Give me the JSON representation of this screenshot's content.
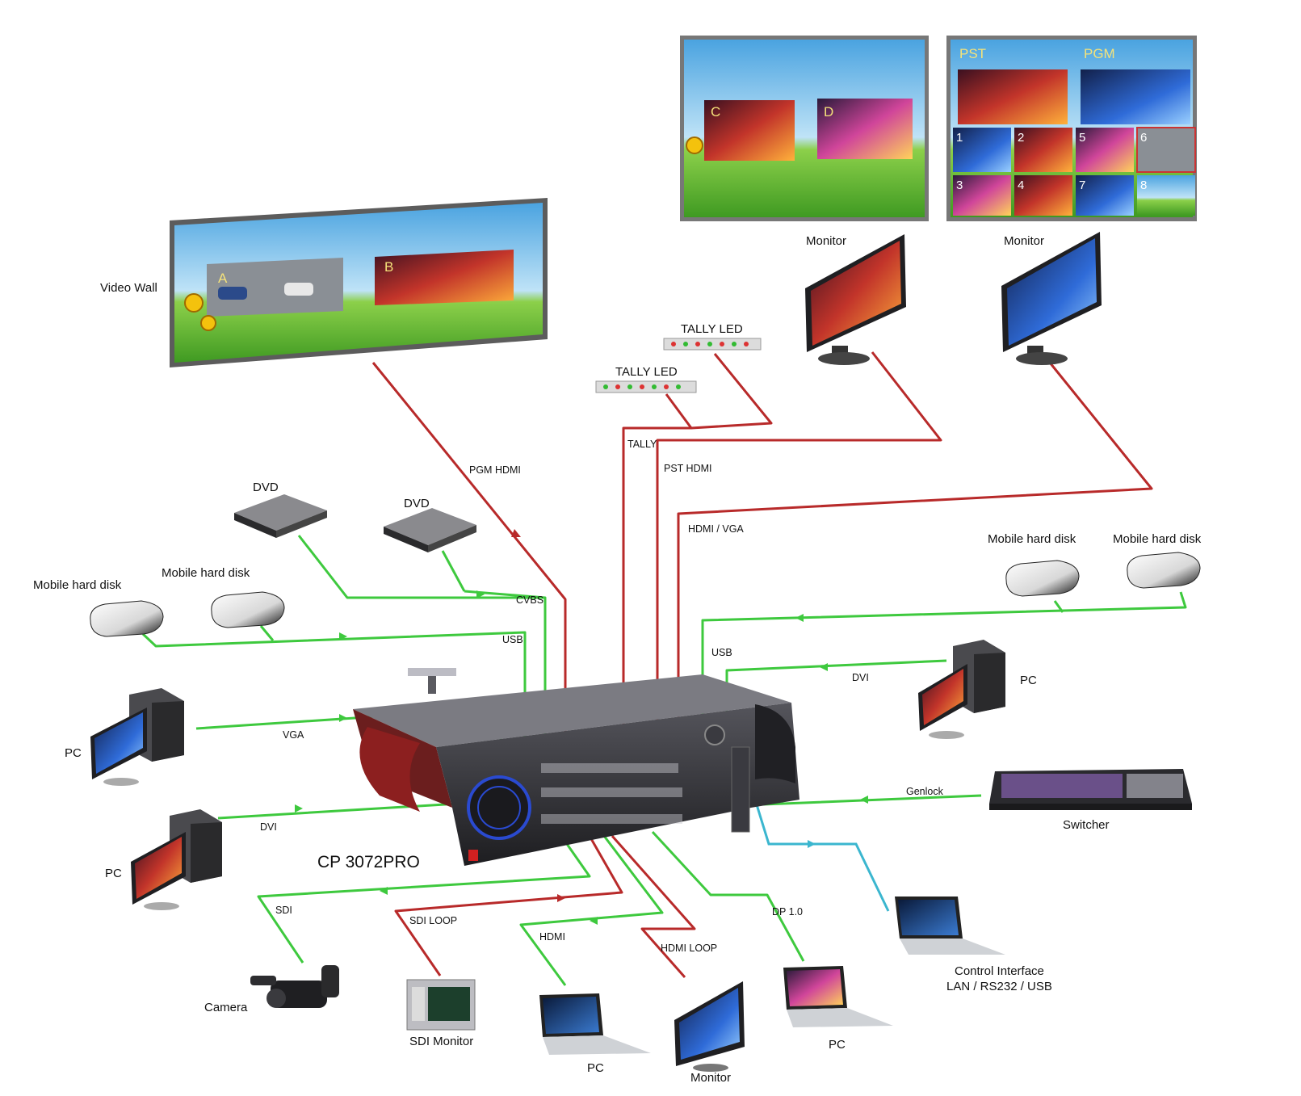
{
  "device": {
    "model": "CP 3072PRO"
  },
  "outputs": {
    "video_wall": "Video Wall",
    "monitor_left": "Monitor",
    "monitor_right": "Monitor",
    "tally_led_top": "TALLY LED",
    "tally_led_bottom": "TALLY LED"
  },
  "screen_tags": {
    "wall_a": "A",
    "wall_b": "B",
    "mon_c": "C",
    "mon_d": "D",
    "pst": "PST",
    "pgm": "PGM",
    "n1": "1",
    "n2": "2",
    "n3": "3",
    "n4": "4",
    "n5": "5",
    "n6": "6",
    "n7": "7",
    "n8": "8"
  },
  "inputs": {
    "dvd_1": "DVD",
    "dvd_2": "DVD",
    "mhd_1": "Mobile hard disk",
    "mhd_2": "Mobile hard disk",
    "mhd_3": "Mobile hard disk",
    "mhd_4": "Mobile hard disk",
    "pc_vga": "PC",
    "pc_dvi_left": "PC",
    "pc_dvi_right": "PC",
    "switcher": "Switcher",
    "control_line1": "Control Interface",
    "control_line2": "LAN / RS232 / USB",
    "camera": "Camera",
    "sdi_monitor": "SDI Monitor",
    "pc_hdmi": "PC",
    "monitor_loop": "Monitor",
    "pc_dp": "PC"
  },
  "cables": {
    "pgm_hdmi": "PGM HDMI",
    "tally": "TALLY",
    "pst_hdmi": "PST HDMI",
    "hdmi_vga": "HDMI / VGA",
    "cvbs": "CVBS",
    "usb_left": "USB",
    "usb_right": "USB",
    "vga": "VGA",
    "dvi_left": "DVI",
    "dvi_right": "DVI",
    "genlock": "Genlock",
    "sdi": "SDI",
    "sdi_loop": "SDI LOOP",
    "hdmi": "HDMI",
    "hdmi_loop": "HDMI LOOP",
    "dp": "DP 1.0"
  },
  "colors": {
    "input_cable": "#3ec93e",
    "output_cable": "#b82a2a",
    "control_cable": "#3bb6cf",
    "device_body": "#2e2e32",
    "device_side": "#6b1e1e"
  }
}
